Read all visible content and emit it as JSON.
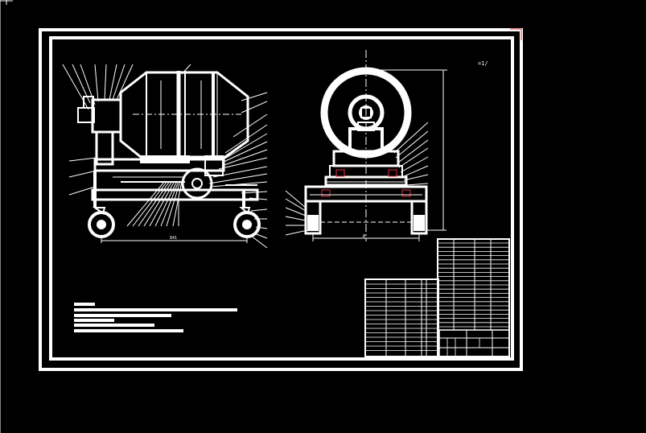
{
  "drawing": {
    "background_color": "#000000",
    "line_color": "#ffffff",
    "accent_color": "#e0303a",
    "scale_note": "=1/"
  },
  "side_view": {
    "dimension_overall": "841"
  },
  "end_view": {
    "dimension_width": "Ø"
  }
}
